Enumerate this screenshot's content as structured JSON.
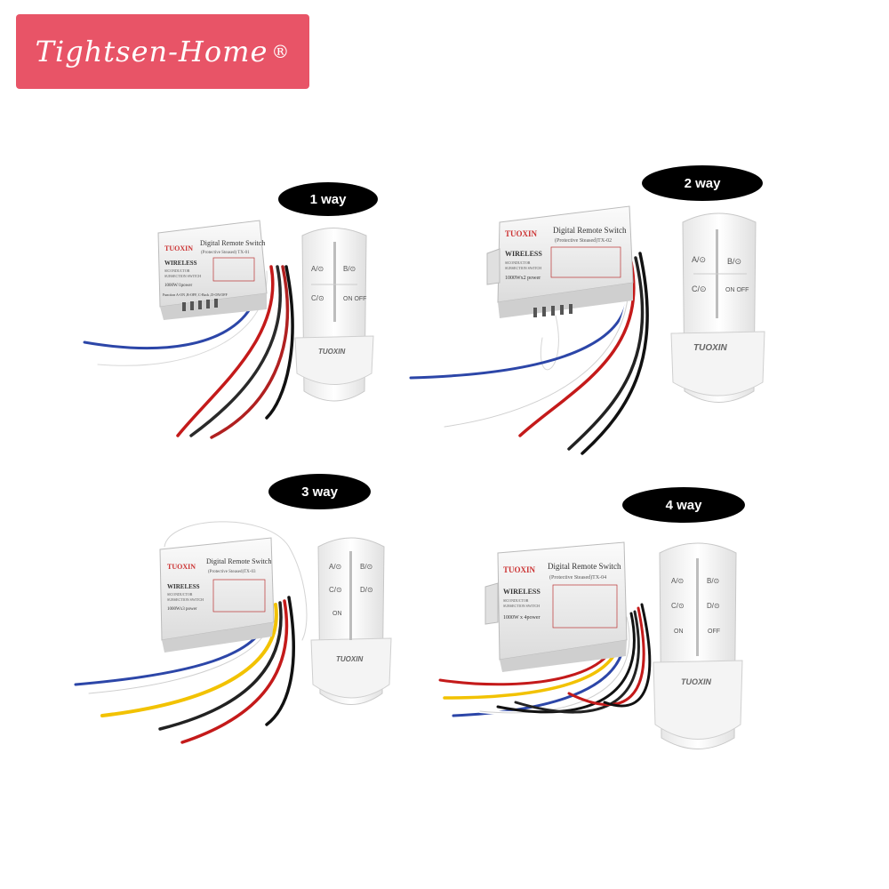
{
  "brand": {
    "name": "Tightsen-Home",
    "reg": "®"
  },
  "panels": [
    {
      "tag": "1 way",
      "module_logo": "TUOXIN",
      "module_title": "Digital Remote Switch",
      "module_sub": "(Protective Steased) TX-01",
      "module_text1": "WIRELESS",
      "module_text2": "SICONDUCTOR",
      "module_text3": "SUBSECTION SWITCH",
      "module_power": "1000W/1power",
      "module_footer": "Function A-ON ,B-OFF, C-Back ,D-ON/OFF",
      "remote_logo": "TUOXIN",
      "buttons": [
        "A/⊙",
        "B/⊙",
        "C/⊙",
        "ON OFF"
      ]
    },
    {
      "tag": "2 way",
      "module_logo": "TUOXIN",
      "module_title": "Digital Remote Switch",
      "module_sub": "(Protective Steased)TX-02",
      "module_text1": "WIRELESS",
      "module_text2": "SICONDUCTOR",
      "module_text3": "SUBSECTION SWITCH",
      "module_power": "1000Wx2 power",
      "remote_logo": "TUOXIN",
      "buttons": [
        "A/⊙",
        "B/⊙",
        "C/⊙",
        "ON OFF"
      ]
    },
    {
      "tag": "3 way",
      "module_logo": "TUOXIN",
      "module_title": "Digital Remote Switch",
      "module_sub": "(Protective Steased)TX-03",
      "module_text1": "WIRELESS",
      "module_text2": "SICONDUCTOR",
      "module_text3": "SUBSECTION SWITCH",
      "module_power": "1000Wx3 power",
      "remote_logo": "TUOXIN",
      "buttons": [
        "A/⊙",
        "B/⊙",
        "C/⊙",
        "D/⊙",
        "ON"
      ]
    },
    {
      "tag": "4 way",
      "module_logo": "TUOXIN",
      "module_title": "Digital Remote Switch",
      "module_sub": "(Protective Steased)TX-04",
      "module_text1": "WIRELESS",
      "module_text2": "SICONDUCTOR",
      "module_text3": "SUBSECTION SWITCH",
      "module_power": "1000W x 4power",
      "remote_logo": "TUOXIN",
      "buttons": [
        "A/⊙",
        "B/⊙",
        "C/⊙",
        "D/⊙",
        "ON",
        "OFF"
      ]
    }
  ]
}
